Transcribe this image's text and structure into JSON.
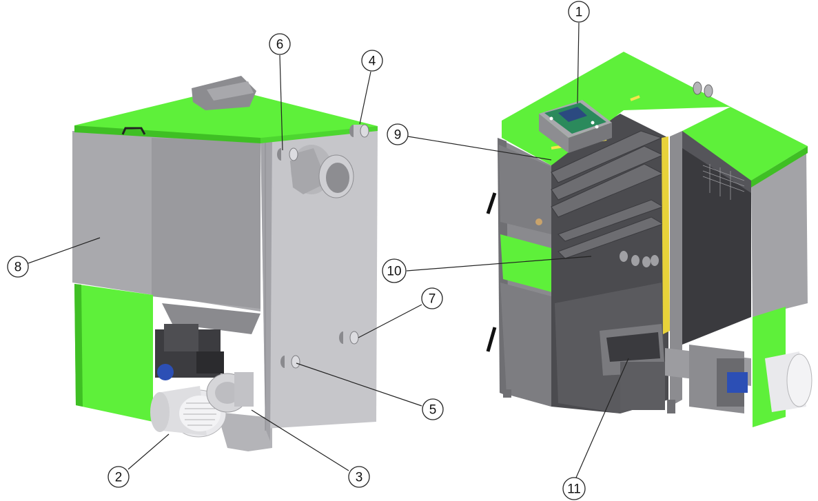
{
  "colors": {
    "casing_green": "#5ef03a",
    "casing_green_dark": "#3fbf24",
    "steel_light": "#c9c9cc",
    "steel_mid": "#a9a9ad",
    "steel_dark": "#7c7c80",
    "interior_dark": "#4b4b4f",
    "fan_white": "#e9e9ec",
    "motor_blue": "#2c4fb5",
    "insulation_yellow": "#e8d23a"
  },
  "callouts": [
    {
      "id": "c1",
      "label": "1"
    },
    {
      "id": "c2",
      "label": "2"
    },
    {
      "id": "c3",
      "label": "3"
    },
    {
      "id": "c4",
      "label": "4"
    },
    {
      "id": "c5",
      "label": "5"
    },
    {
      "id": "c6",
      "label": "6"
    },
    {
      "id": "c7",
      "label": "7"
    },
    {
      "id": "c8",
      "label": "8"
    },
    {
      "id": "c9",
      "label": "9"
    },
    {
      "id": "c10",
      "label": "10"
    },
    {
      "id": "c11",
      "label": "11"
    }
  ]
}
